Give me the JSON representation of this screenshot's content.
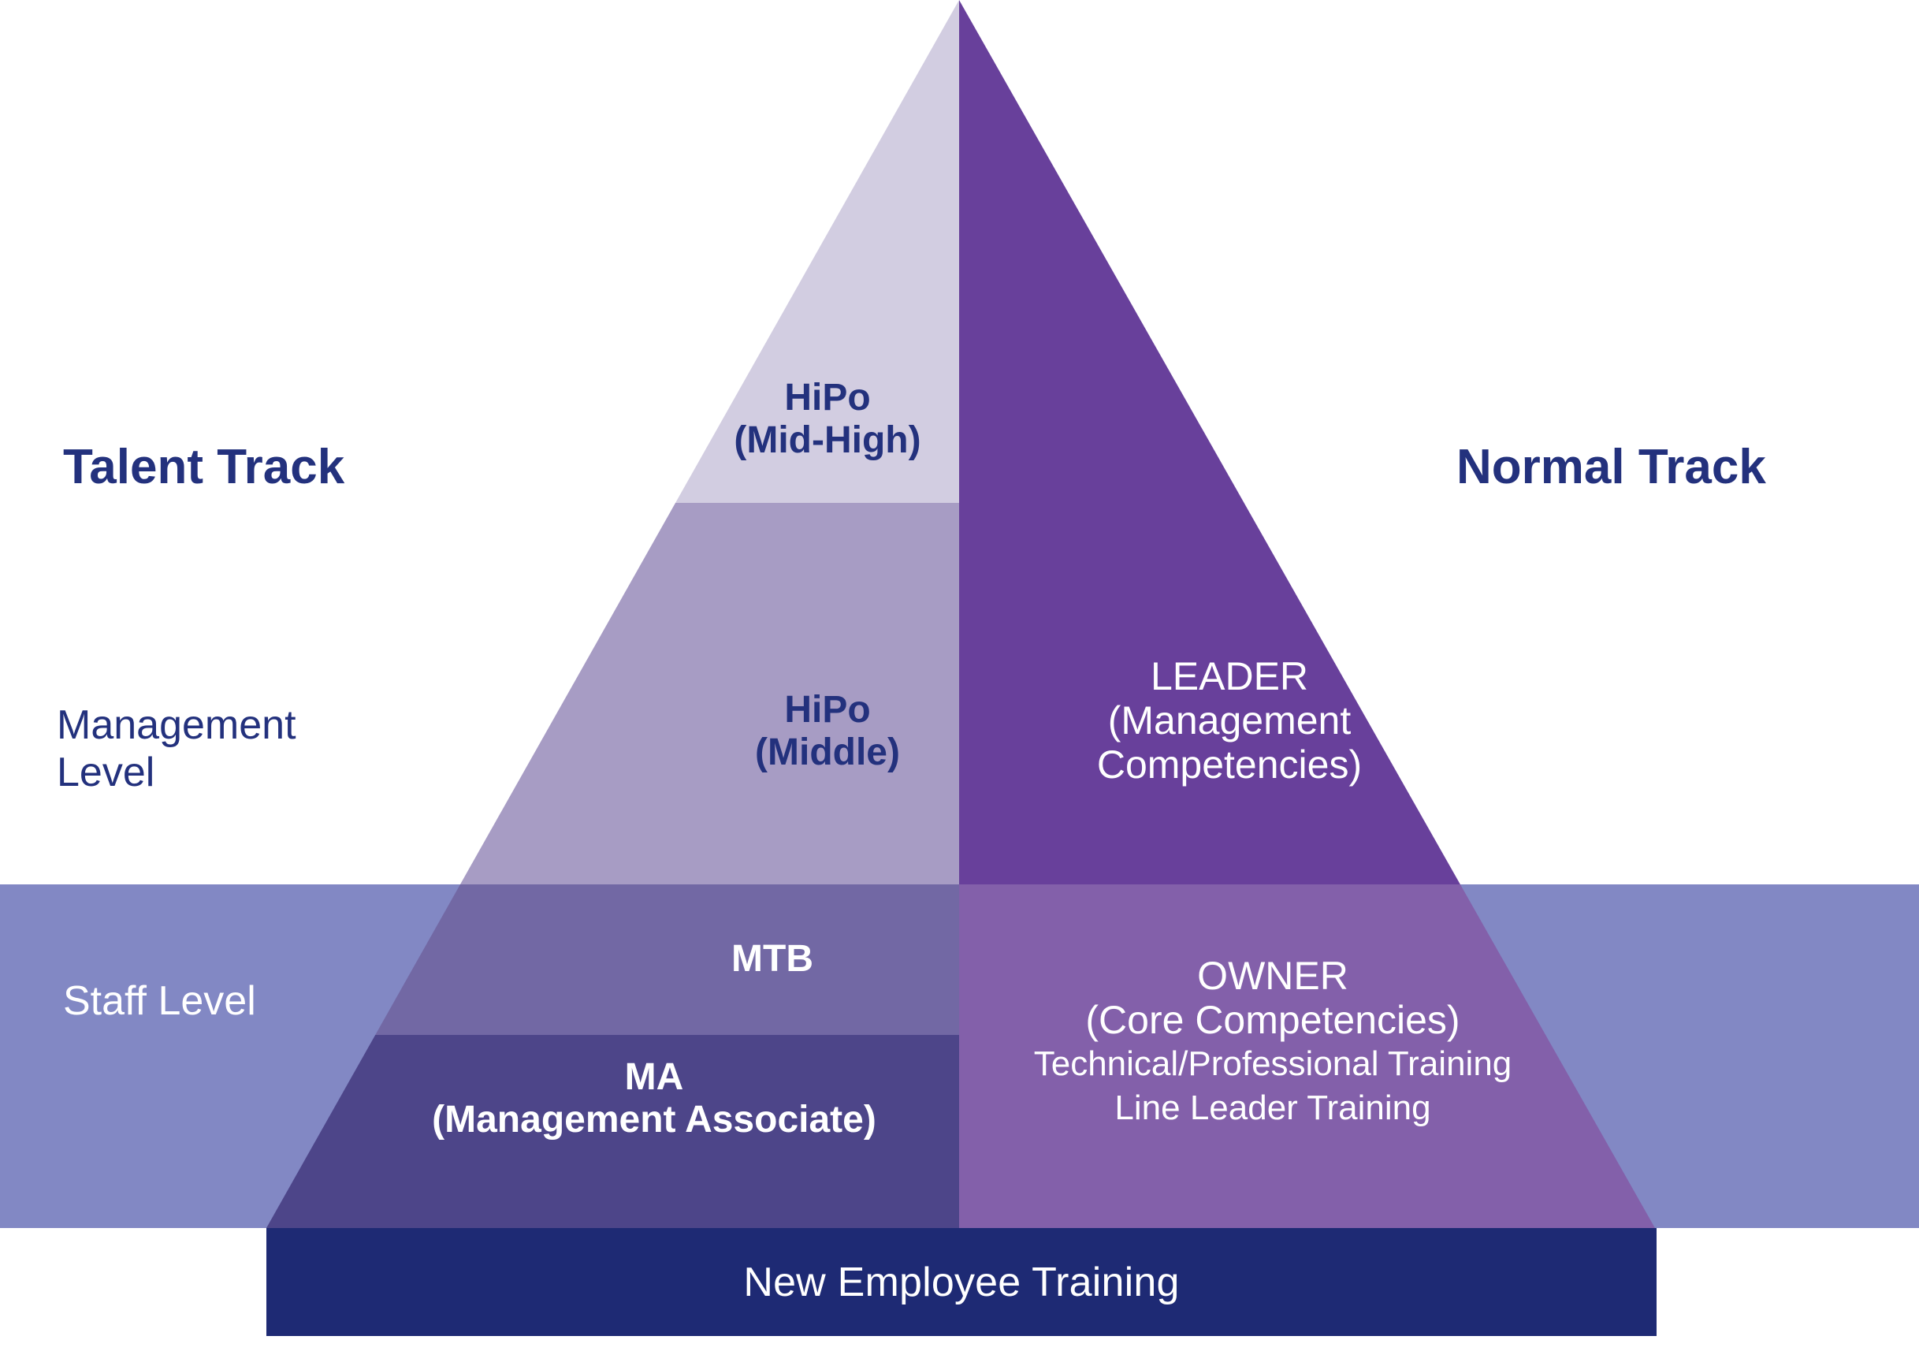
{
  "diagram": {
    "title_left": "Talent Track",
    "title_right": "Normal Track",
    "levels": {
      "management": "Management\nLevel",
      "management_line1": "Management",
      "management_line2": "Level",
      "staff": "Staff Level"
    },
    "base_bar": {
      "label": "New Employee Training"
    },
    "talent_track_tiers": [
      {
        "name": "hipo-mid-high",
        "line1": "HiPo",
        "line2": "(Mid-High)",
        "color": "#D2CDE1"
      },
      {
        "name": "hipo-middle",
        "line1": "HiPo",
        "line2": "(Middle)",
        "color": "#A79CC4"
      },
      {
        "name": "mtb",
        "line1": "MTB",
        "line2": "",
        "color": "#7268A4"
      },
      {
        "name": "ma",
        "line1": "MA",
        "line2": "(Management Associate)",
        "color": "#4D4589"
      }
    ],
    "normal_track_tiers": [
      {
        "name": "leader",
        "line1": "LEADER",
        "line2": "(Management",
        "line3": "Competencies)",
        "color": "#68409B"
      },
      {
        "name": "owner",
        "line1": "OWNER",
        "line2": "(Core Competencies)",
        "line3": "Technical/Professional Training",
        "line4": "Line Leader Training",
        "color": "#8360AA"
      }
    ],
    "colors": {
      "staff_band": "#8288C4",
      "base_bar": "#1E2A74",
      "navy_text": "#23317D",
      "white_text": "#FFFFFF"
    }
  }
}
